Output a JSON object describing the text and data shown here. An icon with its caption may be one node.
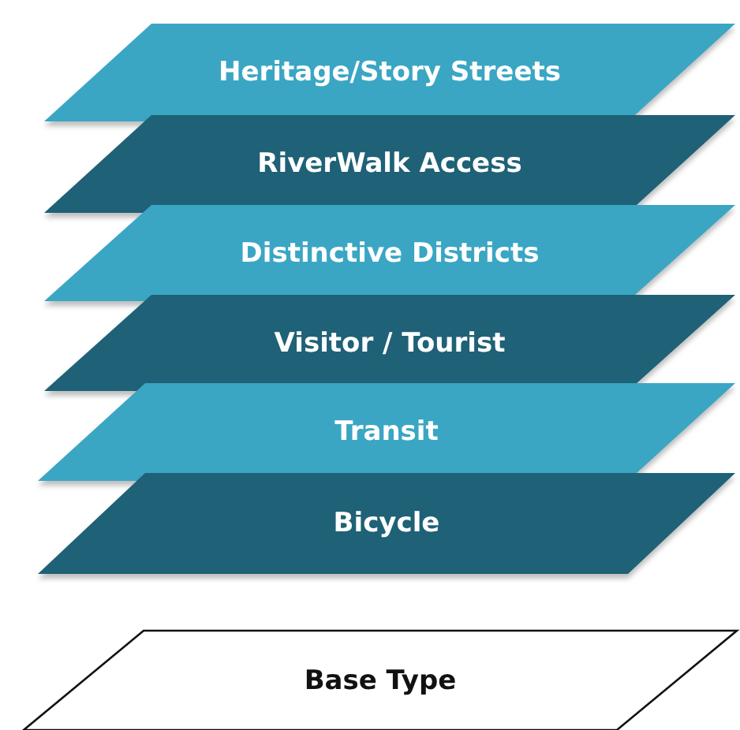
{
  "diagram": {
    "nodes": [
      {
        "text": [
          "Heritage/Story Streets"
        ]
      },
      {
        "text": [
          "RiverWalk Access"
        ]
      },
      {
        "text": [
          "Distinctive Districts"
        ]
      },
      {
        "text": [
          "Visitor / Tourist"
        ]
      },
      {
        "text": [
          "Transit"
        ]
      },
      {
        "text": [
          "Bicycle"
        ]
      },
      {
        "text": [
          "Base Type"
        ]
      }
    ]
  }
}
